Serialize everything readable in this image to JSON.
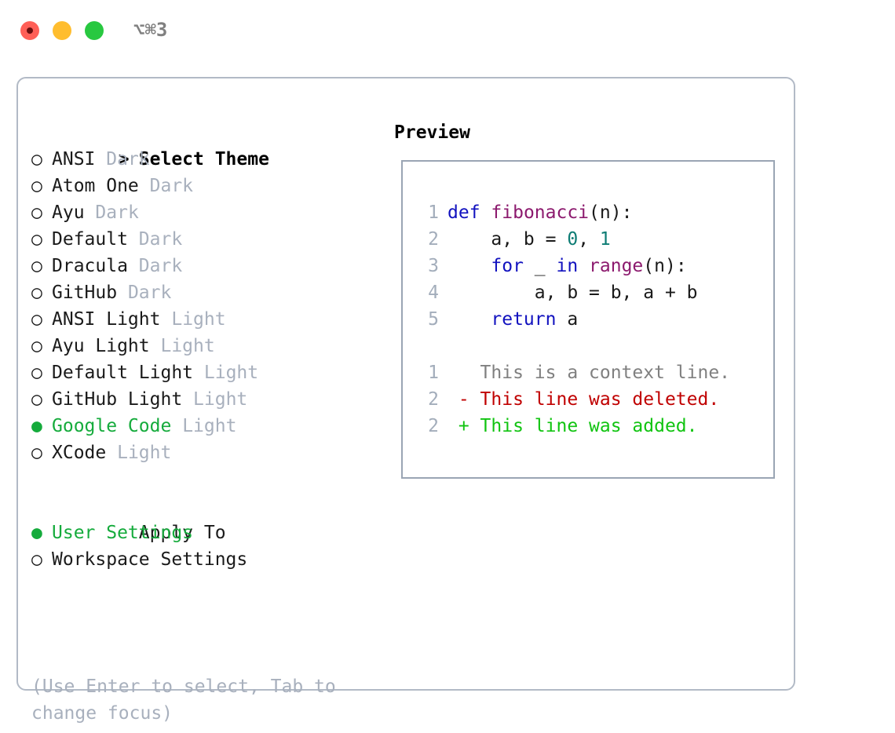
{
  "titlebar": {
    "shortcut": "⌥⌘3",
    "buttons": [
      {
        "name": "close",
        "color": "#ff5f57"
      },
      {
        "name": "minimize",
        "color": "#ffbd2e"
      },
      {
        "name": "maximize",
        "color": "#28c840"
      }
    ]
  },
  "theme_list": {
    "header": {
      "marker": ">",
      "label": "Select Theme"
    },
    "items": [
      {
        "marker": "○",
        "name": "ANSI",
        "tag": "Dark",
        "selected": false
      },
      {
        "marker": "○",
        "name": "Atom One",
        "tag": "Dark",
        "selected": false
      },
      {
        "marker": "○",
        "name": "Ayu",
        "tag": "Dark",
        "selected": false
      },
      {
        "marker": "○",
        "name": "Default",
        "tag": "Dark",
        "selected": false
      },
      {
        "marker": "○",
        "name": "Dracula",
        "tag": "Dark",
        "selected": false
      },
      {
        "marker": "○",
        "name": "GitHub",
        "tag": "Dark",
        "selected": false
      },
      {
        "marker": "○",
        "name": "ANSI Light",
        "tag": "Light",
        "selected": false
      },
      {
        "marker": "○",
        "name": "Ayu Light",
        "tag": "Light",
        "selected": false
      },
      {
        "marker": "○",
        "name": "Default Light",
        "tag": "Light",
        "selected": false
      },
      {
        "marker": "○",
        "name": "GitHub Light",
        "tag": "Light",
        "selected": false
      },
      {
        "marker": "●",
        "name": "Google Code",
        "tag": "Light",
        "selected": true
      },
      {
        "marker": "○",
        "name": "XCode",
        "tag": "Light",
        "selected": false
      }
    ]
  },
  "apply_to": {
    "header": {
      "marker": " ",
      "label": "Apply To"
    },
    "items": [
      {
        "marker": "●",
        "name": "User Settings",
        "selected": true
      },
      {
        "marker": "○",
        "name": "Workspace Settings",
        "selected": false
      }
    ]
  },
  "hint": "(Use Enter to select, Tab to change focus)",
  "preview": {
    "title": "Preview",
    "code": [
      {
        "lineno": "1",
        "tokens": [
          {
            "t": "def",
            "c": "kw"
          },
          {
            "t": " ",
            "c": "pl"
          },
          {
            "t": "fibonacci",
            "c": "fn"
          },
          {
            "t": "(n):",
            "c": "pl"
          }
        ]
      },
      {
        "lineno": "2",
        "tokens": [
          {
            "t": "    a, b = ",
            "c": "pl"
          },
          {
            "t": "0",
            "c": "num"
          },
          {
            "t": ", ",
            "c": "pl"
          },
          {
            "t": "1",
            "c": "num"
          }
        ]
      },
      {
        "lineno": "3",
        "tokens": [
          {
            "t": "    ",
            "c": "pl"
          },
          {
            "t": "for",
            "c": "kw"
          },
          {
            "t": " _ ",
            "c": "pl"
          },
          {
            "t": "in",
            "c": "kw"
          },
          {
            "t": " ",
            "c": "pl"
          },
          {
            "t": "range",
            "c": "fn"
          },
          {
            "t": "(n):",
            "c": "pl"
          }
        ]
      },
      {
        "lineno": "4",
        "tokens": [
          {
            "t": "        a, b = b, a + b",
            "c": "pl"
          }
        ]
      },
      {
        "lineno": "5",
        "tokens": [
          {
            "t": "    ",
            "c": "pl"
          },
          {
            "t": "return",
            "c": "kw"
          },
          {
            "t": " a",
            "c": "pl"
          }
        ]
      }
    ],
    "diff": [
      {
        "lineno": "1",
        "kind": "ctx",
        "text": "   This is a context line."
      },
      {
        "lineno": "2",
        "kind": "del",
        "text": " - This line was deleted."
      },
      {
        "lineno": "2",
        "kind": "add",
        "text": " + This line was added."
      }
    ]
  },
  "colors": {
    "accent_green": "#15ab3c",
    "muted": "#a8b0bd",
    "keyword": "#1212bf",
    "function": "#8c1a6e",
    "number": "#0d7c74",
    "diff_add": "#11c411",
    "diff_del": "#c00000",
    "border": "#b2bac6"
  }
}
